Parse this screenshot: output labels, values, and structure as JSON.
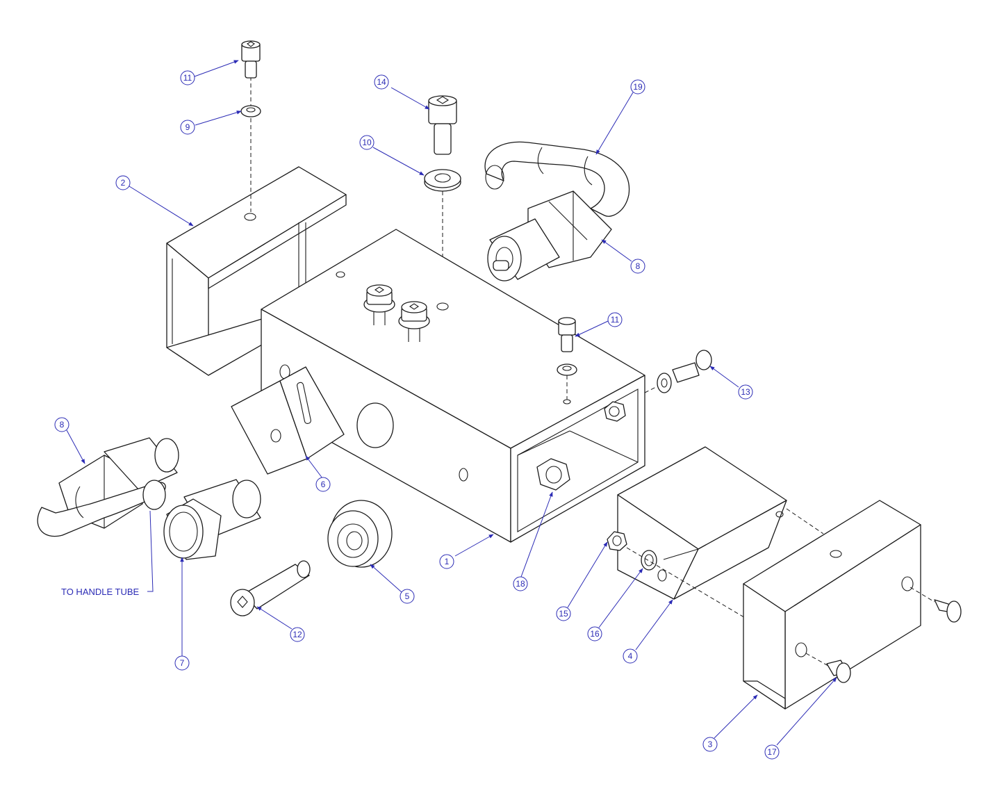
{
  "drawing": {
    "type": "exploded assembly view",
    "note_text": "TO HANDLE TUBE",
    "colors": {
      "line": "#1a1a1a",
      "callout": "#2b2bb5",
      "background": "#ffffff"
    }
  },
  "balloons": {
    "b1": "1",
    "b2": "2",
    "b3": "3",
    "b4": "4",
    "b5": "5",
    "b6": "6",
    "b7": "7",
    "b8a": "8",
    "b8b": "8",
    "b9": "9",
    "b10": "10",
    "b11a": "11",
    "b11b": "11",
    "b12": "12",
    "b13": "13",
    "b14": "14",
    "b15": "15",
    "b16": "16",
    "b17": "17",
    "b18": "18",
    "b19": "19"
  }
}
